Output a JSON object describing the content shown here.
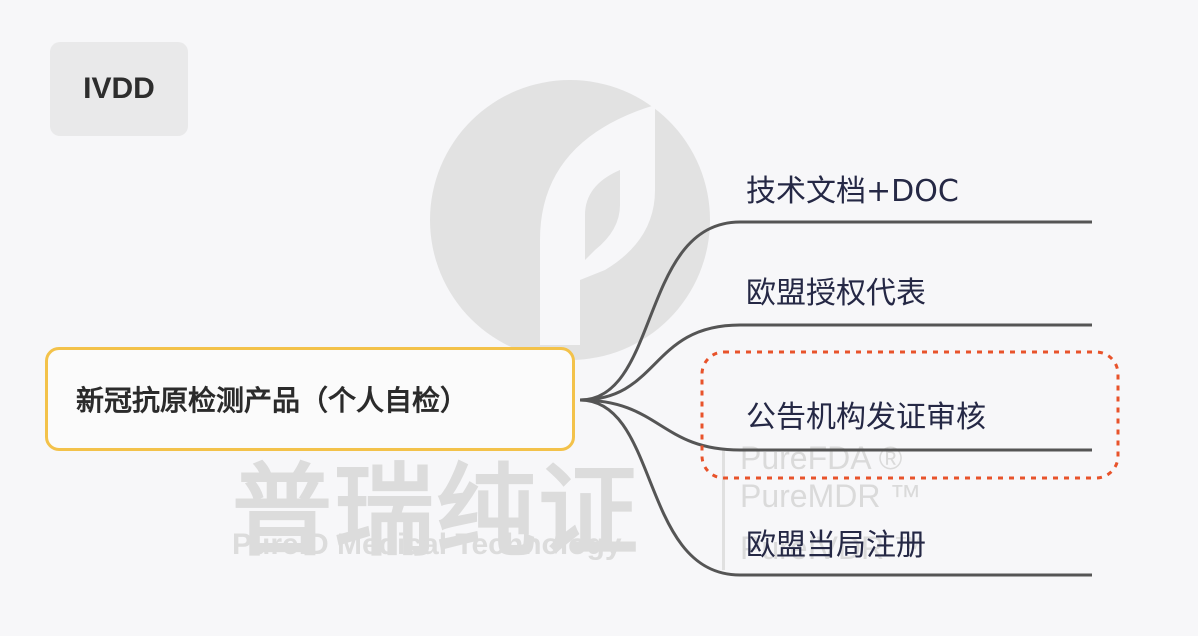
{
  "tag": {
    "label": "IVDD"
  },
  "central_topic": {
    "label": "新冠抗原检测产品（个人自检）"
  },
  "branches": [
    {
      "label": "技术文档+DOC",
      "highlighted": false
    },
    {
      "label": "欧盟授权代表",
      "highlighted": false
    },
    {
      "label": "公告机构发证审核",
      "highlighted": true
    },
    {
      "label": "欧盟当局注册",
      "highlighted": false
    }
  ],
  "watermark": {
    "chinese": "普瑞纯证",
    "english": "PureID Medical Technology",
    "brands": [
      "PureFDA ®",
      "PureMDR ™",
      "PureIVDR ™"
    ]
  },
  "colors": {
    "central_border": "#f3c24a",
    "highlight_border": "#e8532b",
    "connector": "#555555",
    "text": "#252845"
  }
}
